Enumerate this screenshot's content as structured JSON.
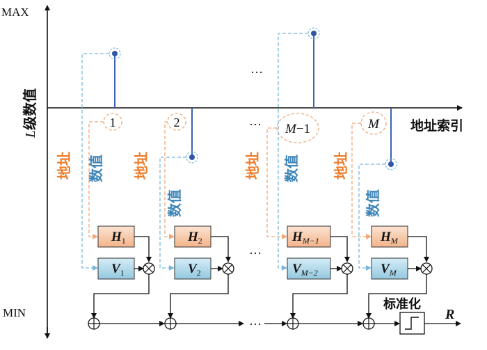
{
  "axis": {
    "max_label": "MAX",
    "min_label": "MIN",
    "y_title_italic": "L",
    "y_title_rest": "级数值",
    "x_title": "地址索引"
  },
  "indices": {
    "i1": "1",
    "i2": "2",
    "im1_var": "M",
    "im1_suffix": "−1",
    "im_var": "M"
  },
  "ellipsis": "…",
  "side_labels": {
    "address": "地址",
    "value": "数值"
  },
  "blocks": {
    "h_letter": "H",
    "v_letter": "V",
    "h1_sub": "1",
    "v1_sub": "1",
    "h2_sub": "2",
    "v2_sub": "2",
    "hm1_sub": "M−1",
    "vm2_sub": "M−2",
    "hm_sub": "M",
    "vm_sub": "M"
  },
  "normalize_label": "标准化",
  "output_label": "R",
  "colors": {
    "stem": "#3a62b0",
    "dot": "#2f56a8",
    "address_line": "#f0a878",
    "value_line": "#79b8dc",
    "address_text": "#ee7d2c",
    "value_text": "#3f86b8",
    "h_fill": "#f6c6a6",
    "v_fill": "#a9d4e8"
  }
}
